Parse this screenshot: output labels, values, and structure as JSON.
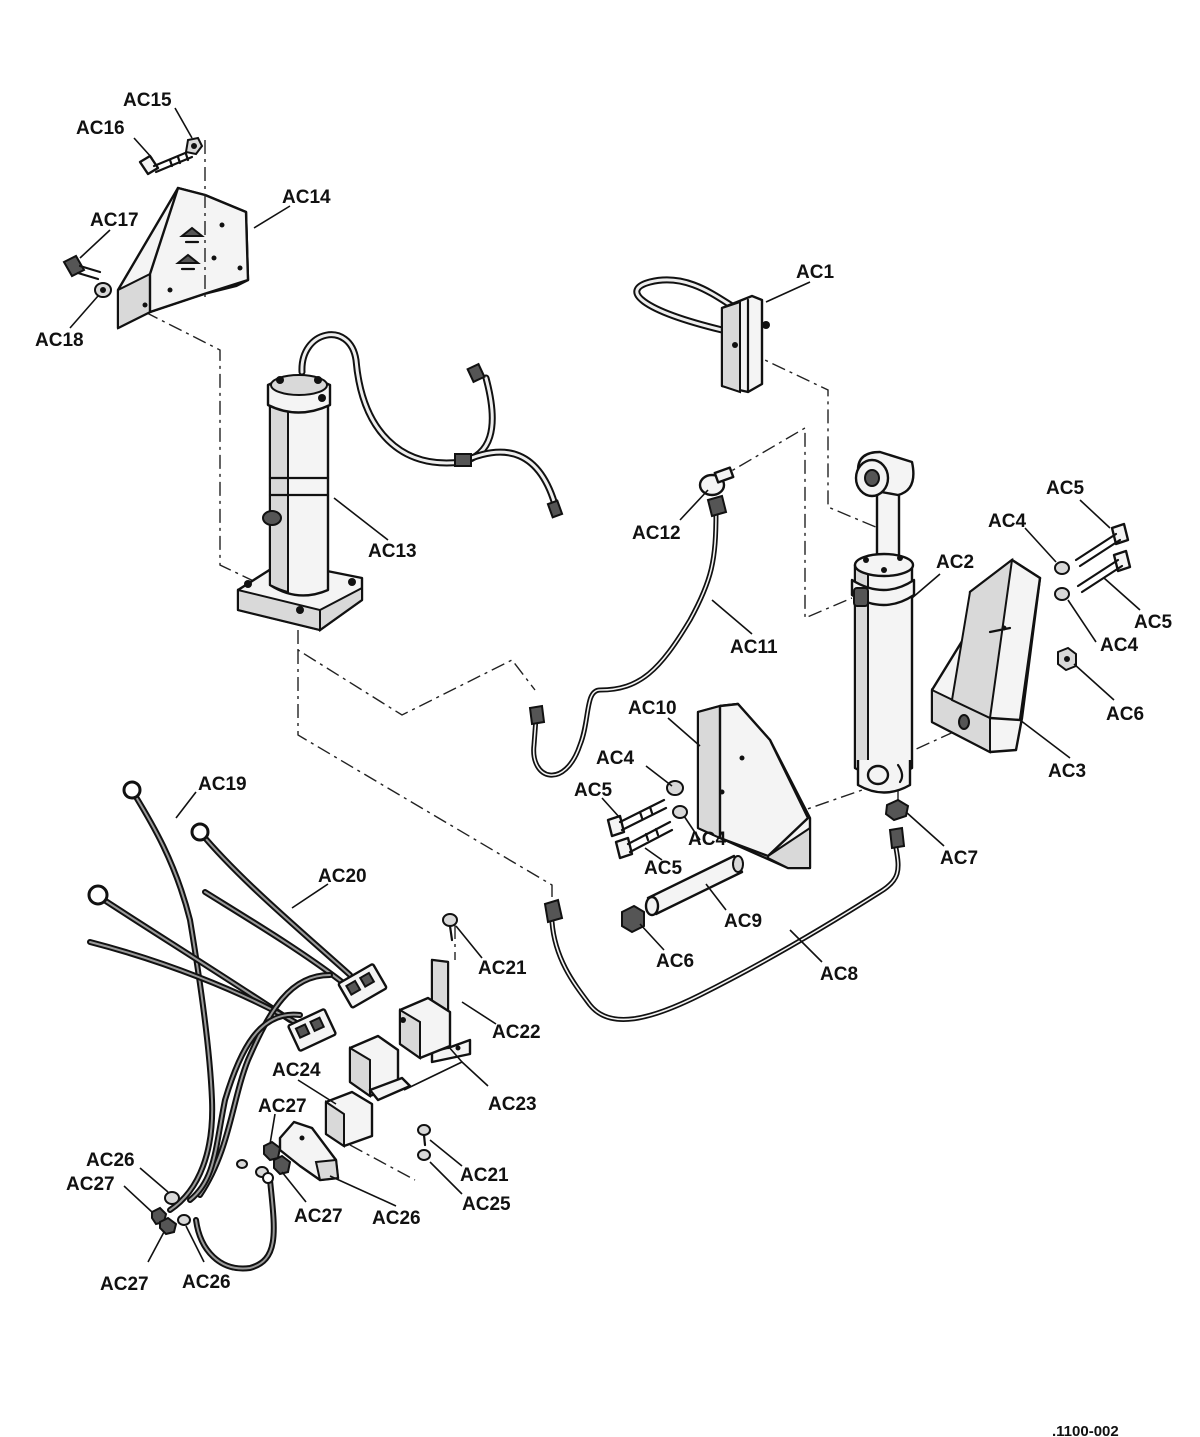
{
  "callouts": {
    "ac1": "AC1",
    "ac2": "AC2",
    "ac3": "AC3",
    "ac4": "AC4",
    "ac5": "AC5",
    "ac6": "AC6",
    "ac7": "AC7",
    "ac8": "AC8",
    "ac9": "AC9",
    "ac10": "AC10",
    "ac11": "AC11",
    "ac12": "AC12",
    "ac13": "AC13",
    "ac14": "AC14",
    "ac15": "AC15",
    "ac16": "AC16",
    "ac17": "AC17",
    "ac18": "AC18",
    "ac19": "AC19",
    "ac20": "AC20",
    "ac21": "AC21",
    "ac22": "AC22",
    "ac23": "AC23",
    "ac24": "AC24",
    "ac25": "AC25",
    "ac26": "AC26",
    "ac27": "AC27"
  },
  "footer": {
    "drawing_number": ".1100-002"
  }
}
